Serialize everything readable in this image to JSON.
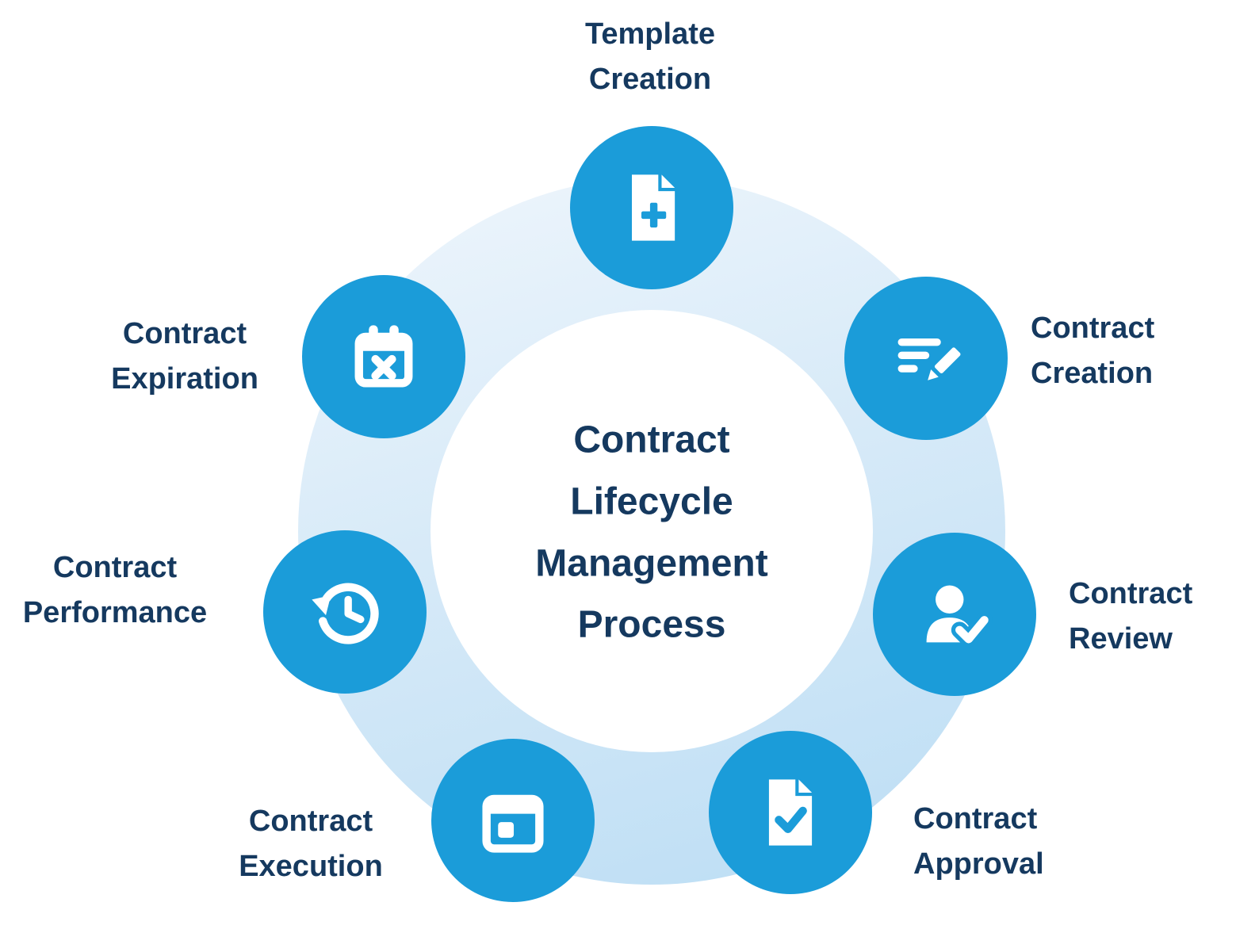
{
  "colors": {
    "node_blue": "#1B9CD9",
    "text_navy": "#15395F",
    "ring_light": "#EFF6FC",
    "ring_mid": "#D7EAF8",
    "ring_deep": "#BBDDF4",
    "background": "#FFFFFF"
  },
  "center": {
    "title": "Contract\nLifecycle\nManagement\nProcess"
  },
  "nodes": [
    {
      "id": "template-creation",
      "label": "Template\nCreation",
      "icon": "document-plus-icon"
    },
    {
      "id": "contract-creation",
      "label": "Contract\nCreation",
      "icon": "list-pencil-icon"
    },
    {
      "id": "contract-review",
      "label": "Contract\nReview",
      "icon": "person-check-icon"
    },
    {
      "id": "contract-approval",
      "label": "Contract\nApproval",
      "icon": "document-check-icon"
    },
    {
      "id": "contract-execution",
      "label": "Contract\nExecution",
      "icon": "calendar-icon"
    },
    {
      "id": "contract-performance",
      "label": "Contract\nPerformance",
      "icon": "history-clock-icon"
    },
    {
      "id": "contract-expiration",
      "label": "Contract\nExpiration",
      "icon": "calendar-x-icon"
    }
  ]
}
